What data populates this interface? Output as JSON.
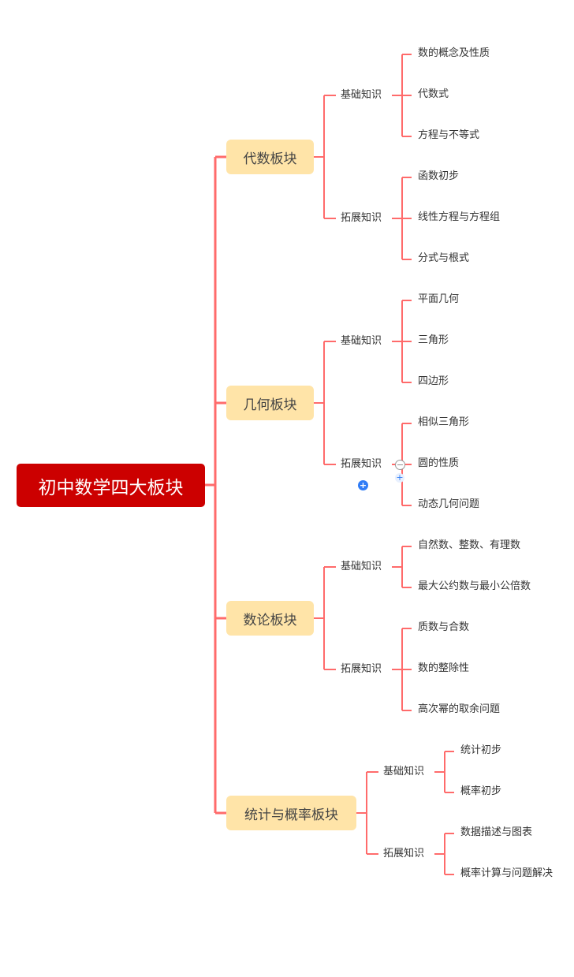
{
  "root": "初中数学四大板块",
  "colors": {
    "root": "#cc0000",
    "category": "#ffe4a8",
    "line": "#ff6b6b"
  },
  "categories": [
    {
      "label": "代数板块",
      "groups": [
        {
          "label": "基础知识",
          "items": [
            "数的概念及性质",
            "代数式",
            "方程与不等式"
          ]
        },
        {
          "label": "拓展知识",
          "items": [
            "函数初步",
            "线性方程与方程组",
            "分式与根式"
          ]
        }
      ]
    },
    {
      "label": "几何板块",
      "groups": [
        {
          "label": "基础知识",
          "items": [
            "平面几何",
            "三角形",
            "四边形"
          ]
        },
        {
          "label": "拓展知识",
          "items": [
            "相似三角形",
            "圆的性质",
            "动态几何问题"
          ]
        }
      ]
    },
    {
      "label": "数论板块",
      "groups": [
        {
          "label": "基础知识",
          "items": [
            "自然数、整数、有理数",
            "最大公约数与最小公倍数"
          ]
        },
        {
          "label": "拓展知识",
          "items": [
            "质数与合数",
            "数的整除性",
            "高次幂的取余问题"
          ]
        }
      ]
    },
    {
      "label": "统计与概率板块",
      "groups": [
        {
          "label": "基础知识",
          "items": [
            "统计初步",
            "概率初步"
          ]
        },
        {
          "label": "拓展知识",
          "items": [
            "数据描述与图表",
            "概率计算与问题解决"
          ]
        }
      ]
    }
  ],
  "controls": {
    "collapse": "−",
    "expand": "+"
  }
}
